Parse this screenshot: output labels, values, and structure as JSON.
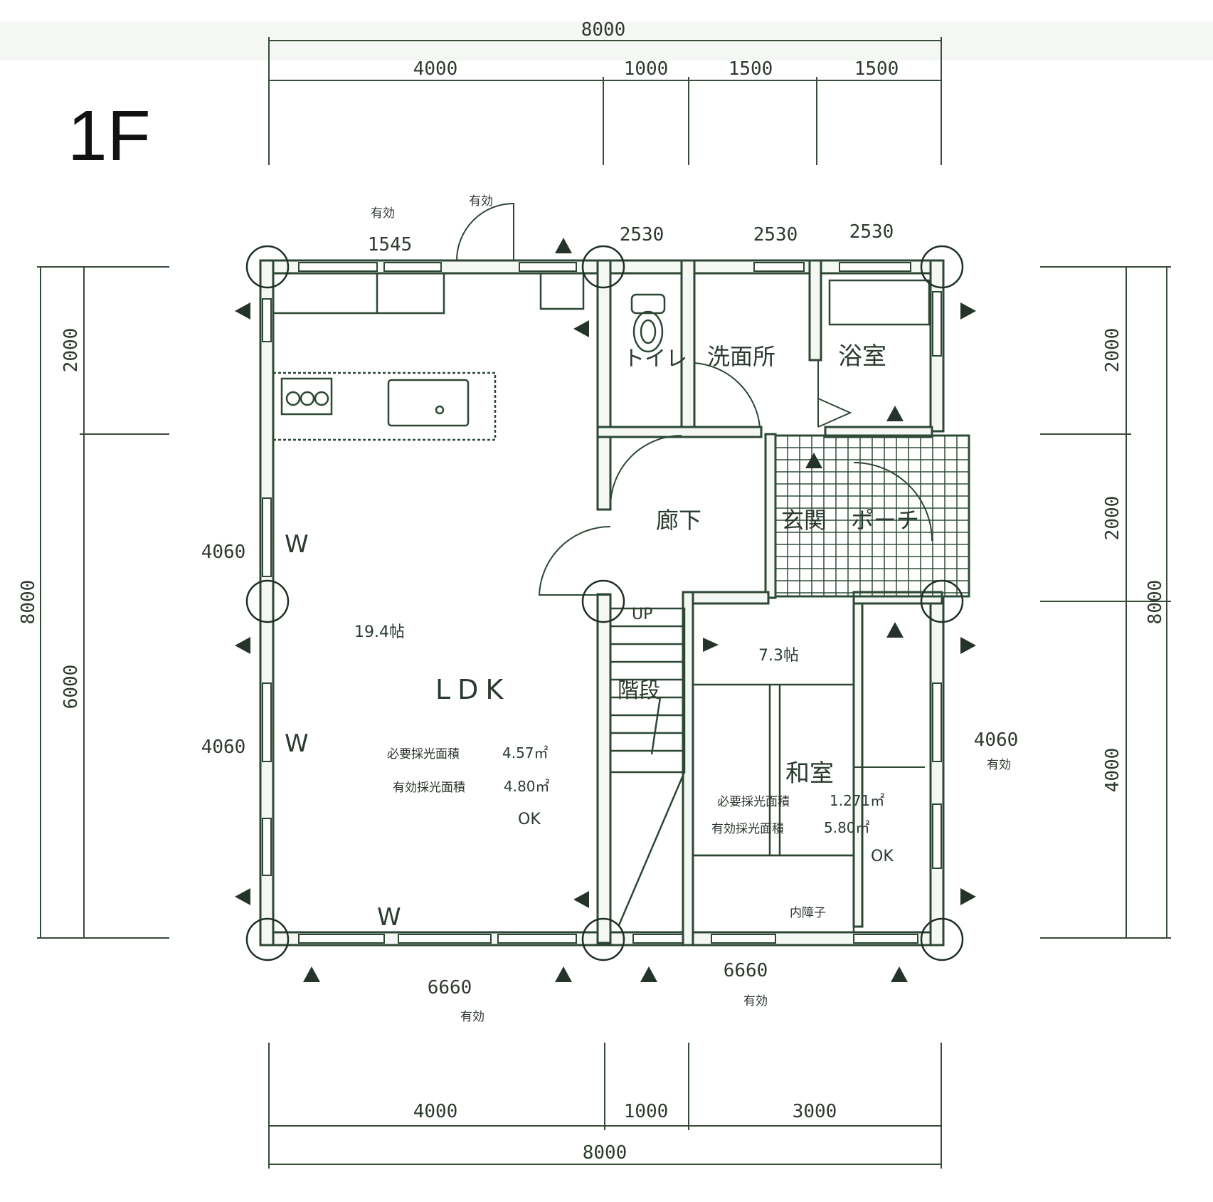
{
  "floor_label": "1F",
  "dimensions": {
    "top_total": "8000",
    "top_segments": [
      "4000",
      "1000",
      "1500",
      "1500"
    ],
    "bottom_segments": [
      "4000",
      "1000",
      "3000"
    ],
    "bottom_total": "8000",
    "left_total": "8000",
    "left_segments": [
      "2000",
      "6000"
    ],
    "right_segments": [
      "2000",
      "2000",
      "4000"
    ],
    "right_total": "8000"
  },
  "openings": {
    "top_window_width": "1545",
    "top_window_label": "有効",
    "top_door_label": "有効",
    "top_right_widths": [
      "2530",
      "2530",
      "2530"
    ],
    "left_widths": [
      "4060",
      "4060"
    ],
    "right_width": "4060",
    "right_width_label": "有効",
    "bottom_left_width": "6660",
    "bottom_left_label": "有効",
    "bottom_right_width": "6660",
    "bottom_right_label": "有効"
  },
  "wall_marks": [
    "W",
    "W",
    "W"
  ],
  "rooms": {
    "toilet": "トイレ",
    "washroom": "洗面所",
    "bath": "浴室",
    "hallway": "廊下",
    "entrance": "玄関",
    "porch": "ポーチ",
    "up": "UP",
    "stairs": "階段",
    "ldk_area": "19.4帖",
    "ldk": "LDK",
    "washitsu_area": "7.3帖",
    "washitsu": "和室",
    "uchishoji": "内障子"
  },
  "ldk_lighting": {
    "required_label": "必要採光面積",
    "required_value": "4.57㎡",
    "effective_label": "有効採光面積",
    "effective_value": "4.80㎡",
    "result": "OK"
  },
  "washitsu_lighting": {
    "required_label": "必要採光面積",
    "required_value": "1.271㎡",
    "effective_label": "有効採光面積",
    "effective_value": "5.80㎡",
    "result": "OK"
  },
  "colors": {
    "ink": "#2d4735",
    "paper": "#ffffff",
    "porch_grid": "#2e4d38"
  }
}
